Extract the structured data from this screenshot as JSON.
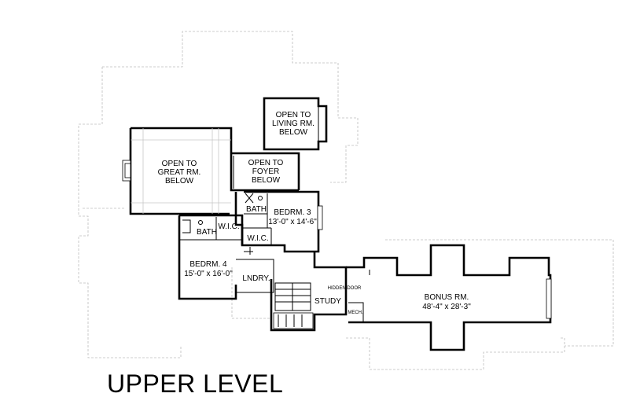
{
  "title": "UPPER LEVEL",
  "rooms": {
    "open_living": {
      "l1": "OPEN TO",
      "l2": "LIVING RM.",
      "l3": "BELOW"
    },
    "open_great": {
      "l1": "OPEN TO",
      "l2": "GREAT RM.",
      "l3": "BELOW"
    },
    "open_foyer": {
      "l1": "OPEN TO",
      "l2": "FOYER",
      "l3": "BELOW"
    },
    "bath_upper": "BATH",
    "bedroom3": {
      "name": "BEDRM. 3",
      "size": "13'-0\" x 14'-6\""
    },
    "bath_lower": "BATH",
    "wic_left": "W.I.C.",
    "wic_right": "W.I.C.",
    "bedroom4": {
      "name": "BEDRM. 4",
      "size": "15'-0\" x 16'-0\""
    },
    "laundry": "LNDRY.",
    "hidden_door": "HIDDEN DOOR",
    "study": "STUDY",
    "mech": "MECH.",
    "bonus": {
      "name": "BONUS RM.",
      "size": "48'-4\" x 28'-3\""
    }
  }
}
